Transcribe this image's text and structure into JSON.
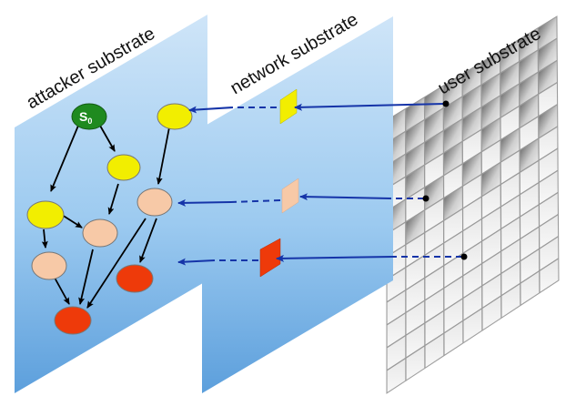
{
  "layers": {
    "attacker": {
      "label": "attacker substrate"
    },
    "network": {
      "label": "network substrate"
    },
    "user": {
      "label": "user substrate"
    }
  },
  "start_node": {
    "label": "S",
    "subscript": "0"
  },
  "colors": {
    "plane_light": "#c9e2f7",
    "plane_dark": "#5a9fdc",
    "node_green": "#1f8a1f",
    "node_yellow": "#f2ee00",
    "node_peach": "#f7c9a7",
    "node_red": "#ee3a0a",
    "arrow_blue": "#1534a8",
    "edge_black": "#000000"
  }
}
